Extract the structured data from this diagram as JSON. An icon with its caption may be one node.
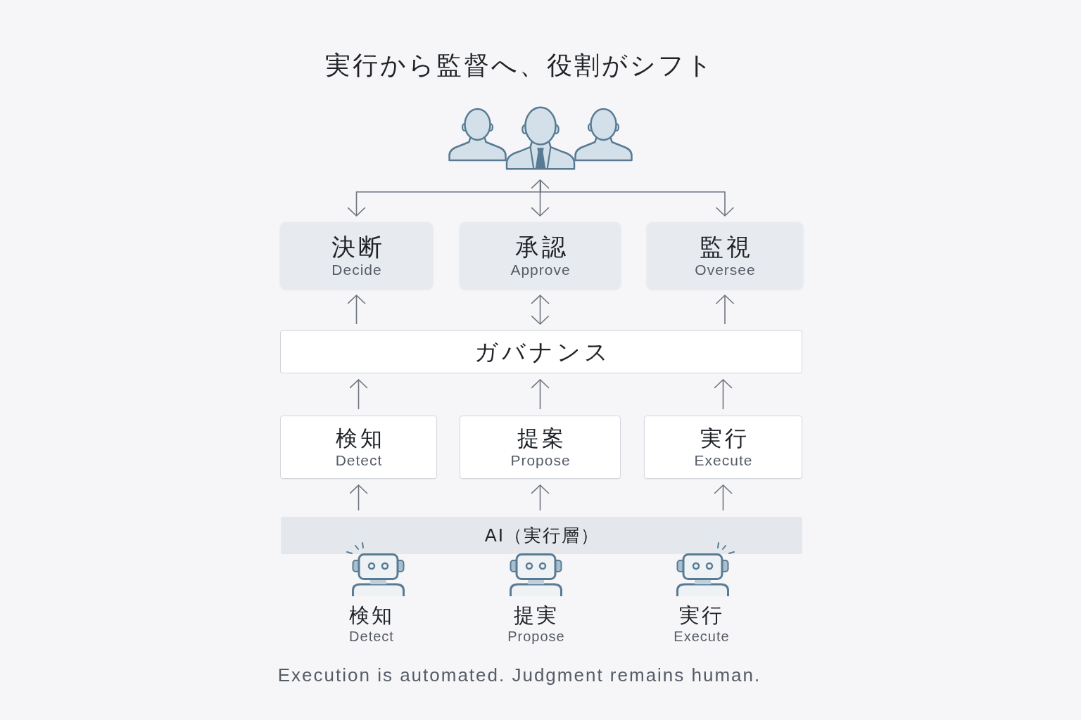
{
  "diagram": {
    "title": "実行から監督へ、役割がシフト",
    "caption": "Execution is automated. Judgment remains human.",
    "nodes": [
      {
        "text": [],
        "shape": "person"
      },
      {
        "text": [
          "決断",
          "Decide"
        ]
      },
      {
        "text": [
          "承認",
          "Approve"
        ]
      },
      {
        "text": [
          "監視",
          "Oversee"
        ]
      },
      {
        "text": [
          "ガバナンス"
        ]
      },
      {
        "text": [
          "検知",
          "Detect"
        ]
      },
      {
        "text": [
          "提案",
          "Propose"
        ]
      },
      {
        "text": [
          "実行",
          "Execute"
        ]
      },
      {
        "text": [
          "AI（実行層）"
        ]
      }
    ],
    "edges": [
      {
        "from": 0,
        "to": 1,
        "arrow": "to"
      },
      {
        "from": 0,
        "to": 2,
        "arrow": "both"
      },
      {
        "from": 0,
        "to": 3,
        "arrow": "to"
      },
      {
        "from": 4,
        "to": 1,
        "arrow": "to"
      },
      {
        "from": 4,
        "to": 2,
        "arrow": "both"
      },
      {
        "from": 4,
        "to": 3,
        "arrow": "to"
      },
      {
        "from": 5,
        "to": 4,
        "arrow": "to"
      },
      {
        "from": 6,
        "to": 4,
        "arrow": "to"
      },
      {
        "from": 7,
        "to": 4,
        "arrow": "to"
      },
      {
        "from": 8,
        "to": 5,
        "arrow": "to"
      },
      {
        "from": 8,
        "to": 6,
        "arrow": "to"
      },
      {
        "from": 8,
        "to": 7,
        "arrow": "to"
      }
    ],
    "labels": [
      "検知",
      "Detect",
      "提実",
      "Propose",
      "実行",
      "Execute"
    ]
  }
}
